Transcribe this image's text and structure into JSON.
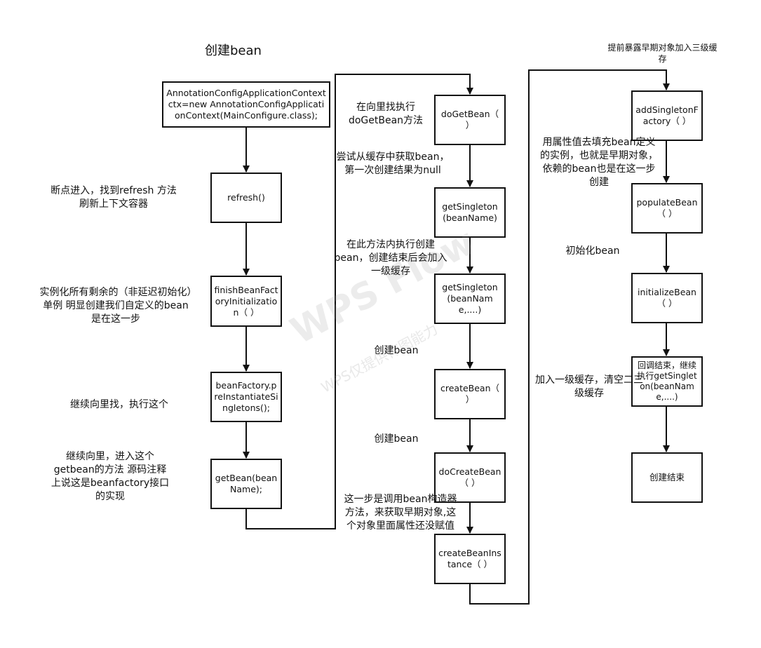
{
  "title": "创建bean",
  "watermark": {
    "brand": "WPS Flow",
    "sub": "WPS仅提供作图能力"
  },
  "boxes": {
    "ctx": "AnnotationConfigApplicationContext ctx=new AnnotationConfigApplicationContext(MainConfigure.class);",
    "refresh": "refresh()",
    "finish": "finishBeanFactoryInitialization（ ）",
    "preinst": "beanFactory.preInstantiateSingletons();",
    "getbean": "getBean(beanName);",
    "dogetbean": "doGetBean（ ）",
    "getsingleton1": "getSingleton(beanName)",
    "getsingleton2": "getSingleton(beanName,....)",
    "createbean": "createBean（ ）",
    "docreatebean": "doCreateBean（ ）",
    "createinstance": "createBeanInstance（ ）",
    "addfactory": "addSingletonFactory（ ）",
    "populate": "populateBean（ ）",
    "initialize": "initializeBean（ ）",
    "callback": "回调结束，继续执行getSingleton(beanName,....)",
    "end": "创建结束"
  },
  "notes": {
    "refresh": "断点进入，找到refresh 方法刷新上下文容器",
    "finish": "实例化所有剩余的（非延迟初始化）单例 明显创建我们自定义的bean是在这一步",
    "preinst": "继续向里找，执行这个",
    "getbean": "继续向里，进入这个getbean的方法 源码注释上说这是beanfactory接口的实现",
    "dogetbean": "在向里找执行doGetBean方法",
    "cache": "尝试从缓存中获取bean，第一次创建结果为null",
    "getsingleton2": "在此方法内执行创建bean，创建结束后会加入一级缓存",
    "createbean1": "创建bean",
    "createbean2": "创建bean",
    "constructor": "这一步是调用bean构造器方法，来获取早期对象,这个对象里面属性还没赋值",
    "early": "提前暴露早期对象加入三级缓存",
    "populate": "用属性值去填充bean定义的实例，也就是早期对象，依赖的bean也是在这一步创建",
    "initialize": "初始化bean",
    "level1": "加入一级缓存，清空二三级缓存"
  }
}
